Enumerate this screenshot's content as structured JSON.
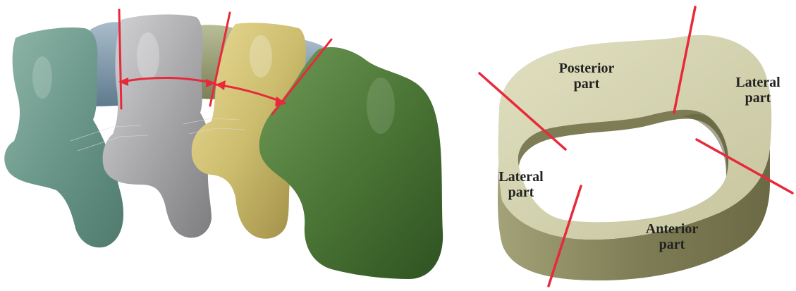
{
  "labels": {
    "posterior": {
      "line1": "Posterior",
      "line2": "part"
    },
    "lateral_right": {
      "line1": "Lateral",
      "line2": "part"
    },
    "lateral_left": {
      "line1": "Lateral",
      "line2": "part"
    },
    "anterior": {
      "line1": "Anterior",
      "line2": "part"
    }
  },
  "colors": {
    "vertebra_1": "#6e9a8a",
    "vertebra_2": "#a7a7a9",
    "vertebra_3": "#cdbd6e",
    "vertebra_4": "#4e7a3a",
    "disc": "#8ea4b6",
    "ring_top": "#d2d1ae",
    "ring_side": "#8b8a62",
    "marker": "#e8293a"
  }
}
